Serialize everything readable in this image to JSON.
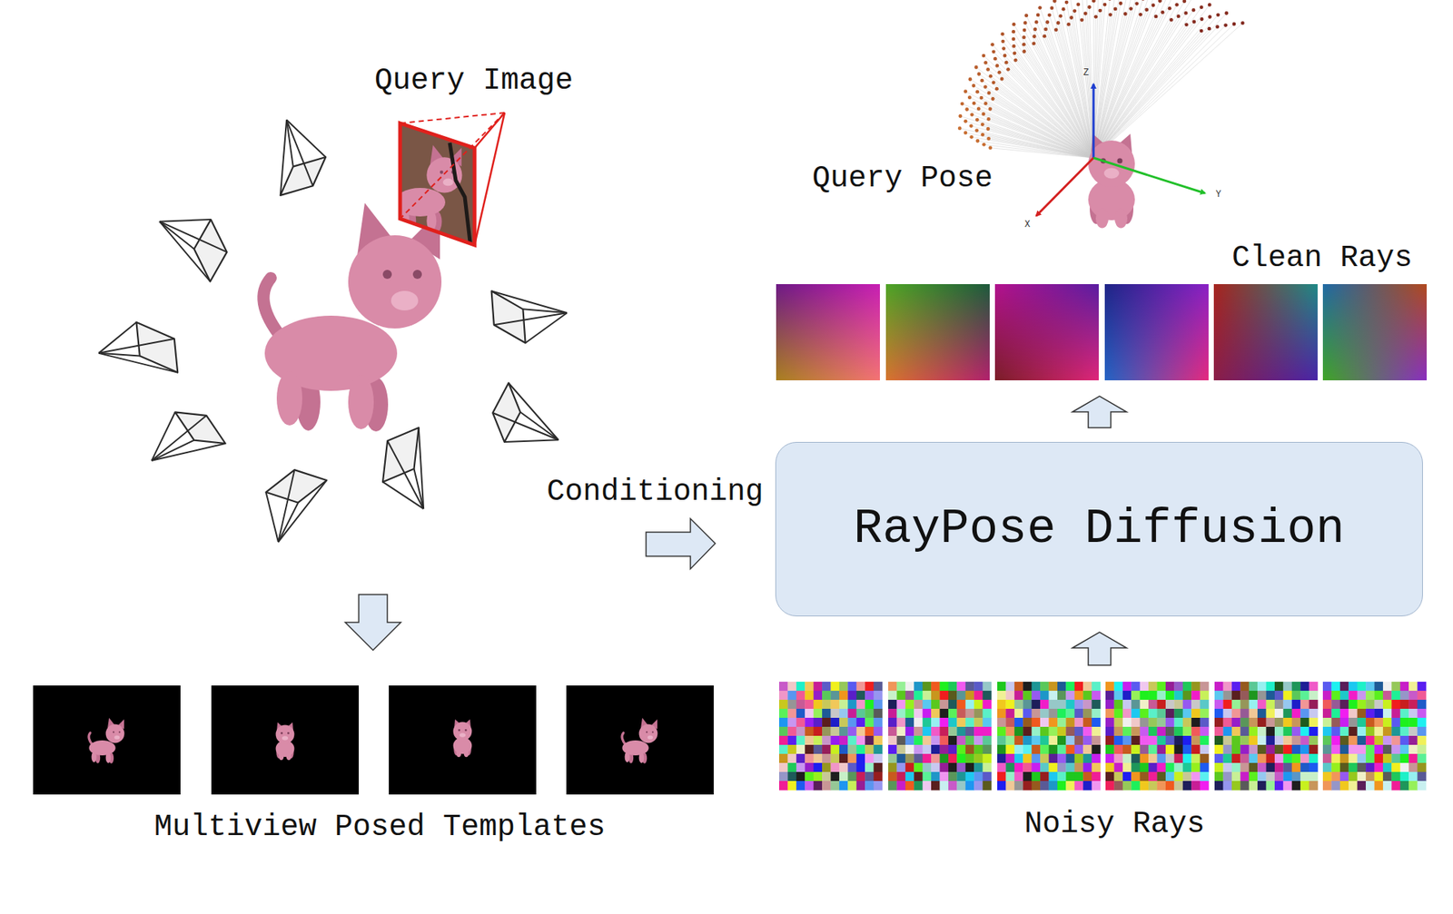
{
  "diagram": {
    "nodes": [
      {
        "text": [
          "RayPose Diffusion"
        ]
      }
    ],
    "labels": [
      "Query Image",
      "Query Pose",
      "Clean Rays",
      "Conditioning",
      "Multiview Posed Templates",
      "Noisy Rays",
      "Z",
      "X",
      "Y"
    ]
  }
}
